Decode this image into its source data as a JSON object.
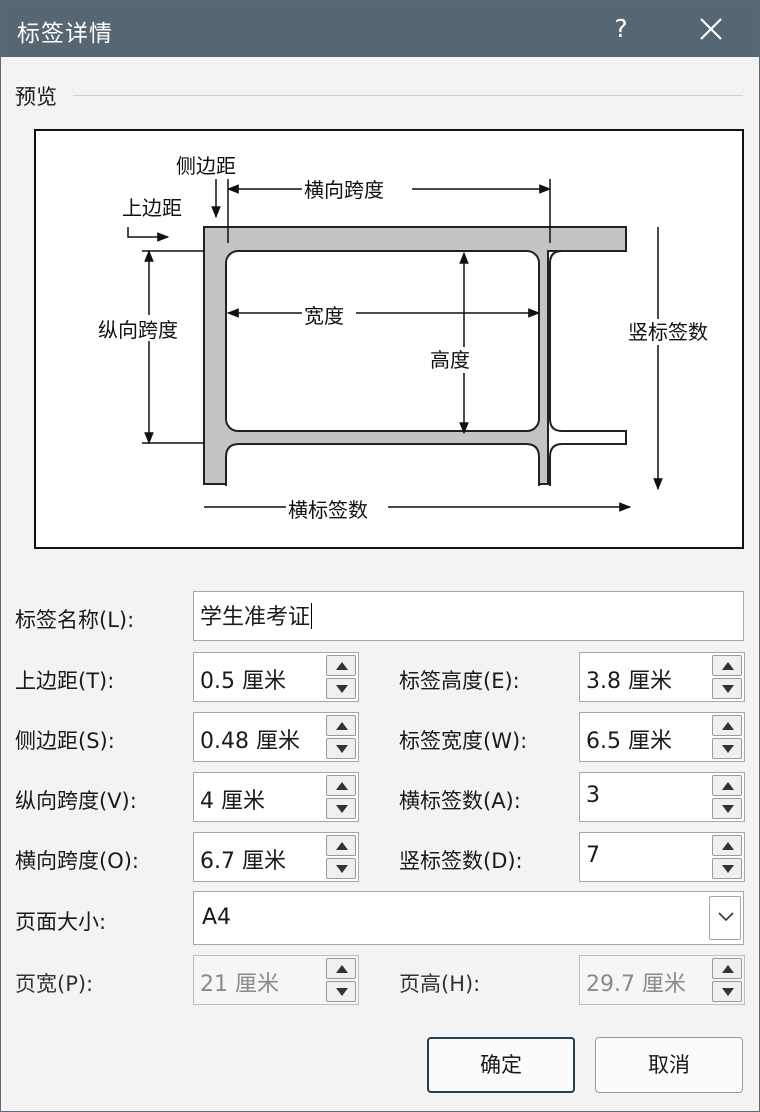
{
  "window": {
    "title": "标签详情",
    "help_glyph": "?"
  },
  "preview": {
    "section_label": "预览",
    "diagram_labels": {
      "side_margin": "侧边距",
      "top_margin": "上边距",
      "horizontal_pitch": "横向跨度",
      "vertical_pitch": "纵向跨度",
      "width": "宽度",
      "height": "高度",
      "labels_down": "竖标签数",
      "labels_across": "横标签数"
    }
  },
  "form": {
    "label_name": {
      "label": "标签名称(L):",
      "value": "学生准考证"
    },
    "top_margin": {
      "label": "上边距(T):",
      "value": "0.5 厘米"
    },
    "side_margin": {
      "label": "侧边距(S):",
      "value": "0.48 厘米"
    },
    "vertical_pitch": {
      "label": "纵向跨度(V):",
      "value": "4 厘米"
    },
    "horizontal_pitch": {
      "label": "横向跨度(O):",
      "value": "6.7 厘米"
    },
    "label_height": {
      "label": "标签高度(E):",
      "value": "3.8 厘米"
    },
    "label_width": {
      "label": "标签宽度(W):",
      "value": "6.5 厘米"
    },
    "labels_across": {
      "label": "横标签数(A):",
      "value": "3"
    },
    "labels_down": {
      "label": "竖标签数(D):",
      "value": "7"
    },
    "page_size": {
      "label": "页面大小:",
      "value": "A4"
    },
    "page_width": {
      "label": "页宽(P):",
      "value": "21 厘米"
    },
    "page_height": {
      "label": "页高(H):",
      "value": "29.7 厘米"
    }
  },
  "buttons": {
    "ok": "确定",
    "cancel": "取消"
  },
  "icons": {
    "close": "close-icon",
    "spin_up": "triangle-up-icon",
    "spin_down": "triangle-down-icon",
    "dropdown": "chevron-down-icon"
  }
}
